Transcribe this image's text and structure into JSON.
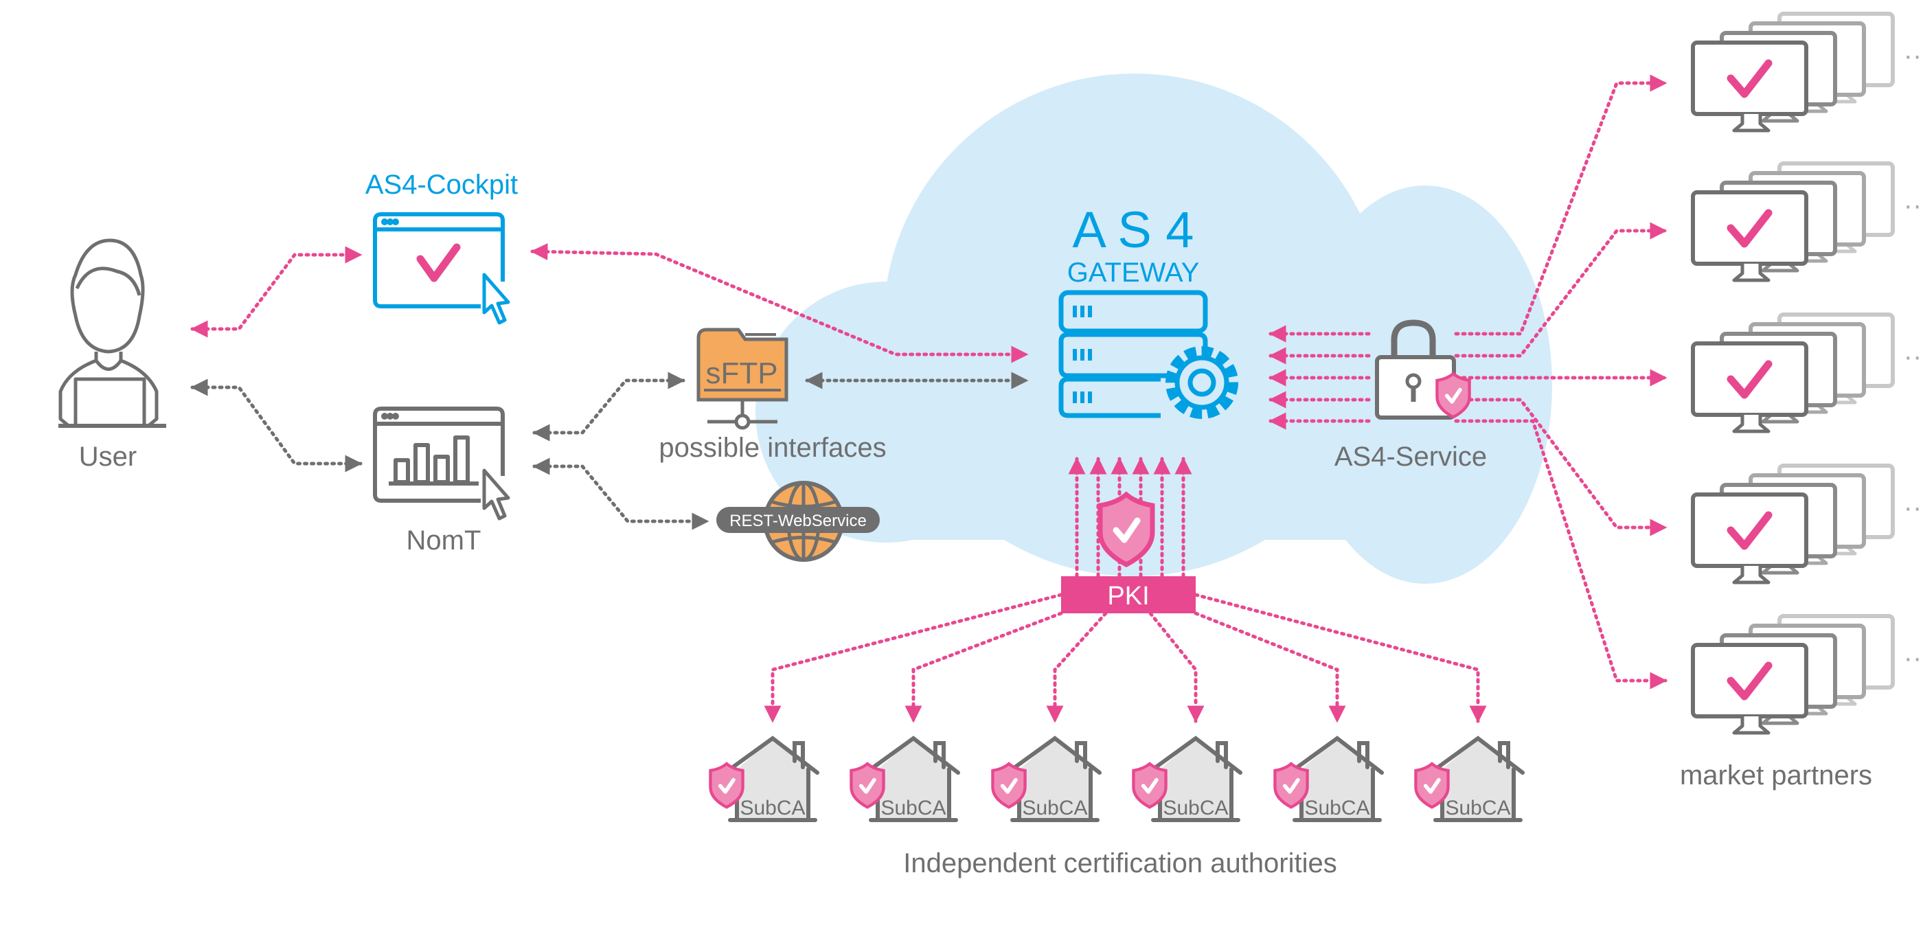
{
  "colors": {
    "pink": "#e8488f",
    "blue": "#00a0e3",
    "gray": "#6f6f6f",
    "cloud": "#d4ebf9",
    "orange": "#f5a95c"
  },
  "user": {
    "label": "User",
    "icon": "user-laptop-icon"
  },
  "cockpit": {
    "label": "AS4-Cockpit",
    "icon": "browser-window-check-icon"
  },
  "nomt": {
    "label": "NomT",
    "icon": "browser-window-chart-icon"
  },
  "interfaces": {
    "label": "possible interfaces",
    "sftp": "sFTP",
    "rest": "REST-WebService"
  },
  "gateway": {
    "title": "A S 4",
    "subtitle": "GATEWAY",
    "icon": "server-gear-icon"
  },
  "service": {
    "label": "AS4-Service",
    "icon": "padlock-shield-icon"
  },
  "pki": {
    "label": "PKI",
    "icon": "shield-check-icon"
  },
  "subcas": {
    "label": "Independent certification authorities",
    "items": [
      "SubCA",
      "SubCA",
      "SubCA",
      "SubCA",
      "SubCA",
      "SubCA"
    ]
  },
  "partners": {
    "label": "market partners",
    "count": 5,
    "more": "··"
  }
}
